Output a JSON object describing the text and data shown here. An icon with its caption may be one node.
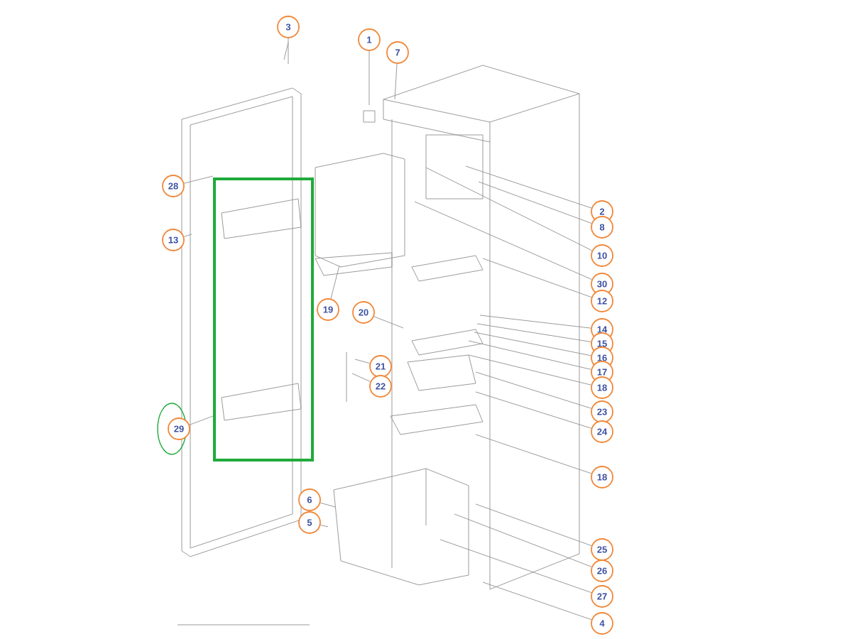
{
  "diagram": {
    "nodes": [
      {
        "text": [
          "3"
        ]
      },
      {
        "text": [
          "1"
        ]
      },
      {
        "text": [
          "7"
        ]
      },
      {
        "text": [
          "28"
        ]
      },
      {
        "text": [
          "2"
        ]
      },
      {
        "text": [
          "8"
        ]
      },
      {
        "text": [
          "13"
        ]
      },
      {
        "text": [
          "10"
        ]
      },
      {
        "text": [
          "30"
        ]
      },
      {
        "text": [
          "12"
        ]
      },
      {
        "text": [
          "19"
        ]
      },
      {
        "text": [
          "20"
        ]
      },
      {
        "text": [
          "14"
        ]
      },
      {
        "text": [
          "15"
        ]
      },
      {
        "text": [
          "16"
        ]
      },
      {
        "text": [
          "17"
        ]
      },
      {
        "text": [
          "21"
        ]
      },
      {
        "text": [
          "18"
        ]
      },
      {
        "text": [
          "22"
        ]
      },
      {
        "text": [
          "23"
        ]
      },
      {
        "text": [
          "29"
        ]
      },
      {
        "text": [
          "24"
        ]
      },
      {
        "text": [
          "18"
        ]
      },
      {
        "text": [
          "6"
        ]
      },
      {
        "text": [
          "5"
        ]
      },
      {
        "text": [
          "25"
        ]
      },
      {
        "text": [
          "26"
        ]
      },
      {
        "text": [
          "27"
        ]
      },
      {
        "text": [
          "4"
        ]
      },
      {
        "text": [],
        "shape": "box"
      }
    ],
    "edges": [
      {
        "from": 0,
        "to": null,
        "arrow": "none"
      },
      {
        "from": 1,
        "to": null,
        "arrow": "none"
      },
      {
        "from": 2,
        "to": null,
        "arrow": "none"
      },
      {
        "from": 3,
        "to": 29,
        "arrow": "none"
      },
      {
        "from": 4,
        "to": null,
        "arrow": "none"
      },
      {
        "from": 5,
        "to": null,
        "arrow": "none"
      },
      {
        "from": 6,
        "to": null,
        "arrow": "none"
      },
      {
        "from": 7,
        "to": null,
        "arrow": "none"
      },
      {
        "from": 8,
        "to": null,
        "arrow": "none"
      },
      {
        "from": 9,
        "to": null,
        "arrow": "none"
      },
      {
        "from": 10,
        "to": null,
        "arrow": "none"
      },
      {
        "from": 11,
        "to": null,
        "arrow": "none"
      },
      {
        "from": 12,
        "to": null,
        "arrow": "none"
      },
      {
        "from": 13,
        "to": null,
        "arrow": "none"
      },
      {
        "from": 14,
        "to": null,
        "arrow": "none"
      },
      {
        "from": 15,
        "to": null,
        "arrow": "none"
      },
      {
        "from": 16,
        "to": null,
        "arrow": "none"
      },
      {
        "from": 17,
        "to": null,
        "arrow": "none"
      },
      {
        "from": 18,
        "to": null,
        "arrow": "none"
      },
      {
        "from": 19,
        "to": null,
        "arrow": "none"
      },
      {
        "from": 20,
        "to": 29,
        "arrow": "none"
      },
      {
        "from": 21,
        "to": null,
        "arrow": "none"
      },
      {
        "from": 22,
        "to": null,
        "arrow": "none"
      },
      {
        "from": 23,
        "to": null,
        "arrow": "none"
      },
      {
        "from": 24,
        "to": null,
        "arrow": "none"
      },
      {
        "from": 25,
        "to": null,
        "arrow": "none"
      },
      {
        "from": 26,
        "to": null,
        "arrow": "none"
      },
      {
        "from": 27,
        "to": null,
        "arrow": "none"
      },
      {
        "from": 28,
        "to": null,
        "arrow": "none"
      }
    ]
  }
}
